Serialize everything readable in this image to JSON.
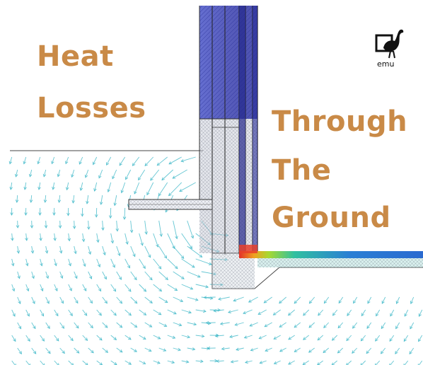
{
  "title": {
    "line1": "Heat",
    "line2": "Losses",
    "line3": "Through",
    "line4": "The",
    "line5": "Ground"
  },
  "logo": {
    "text": "emu"
  },
  "colors": {
    "title": "#c98a47",
    "arrows": "#3fb8c8",
    "wall_mesh": "#3a3fb5",
    "outline": "#444444"
  }
}
